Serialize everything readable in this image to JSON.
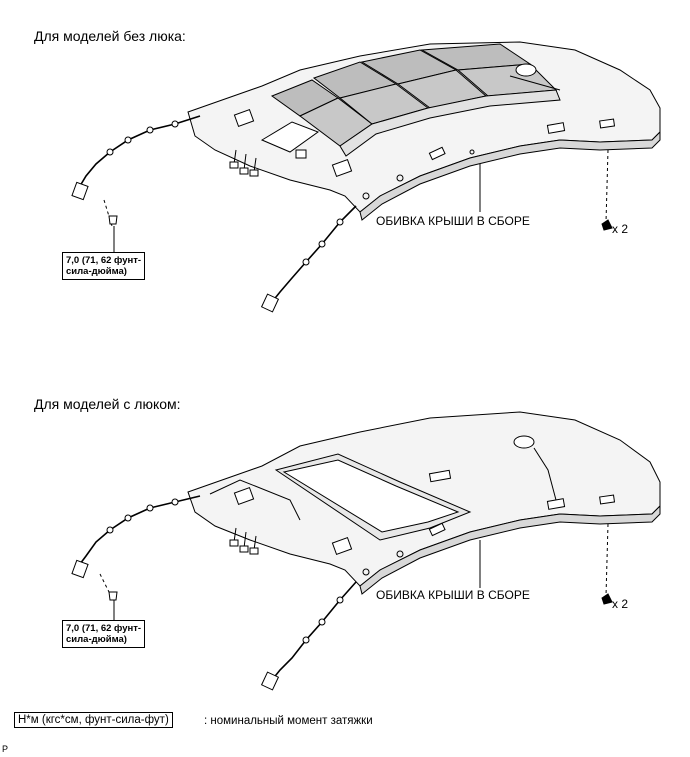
{
  "sections": [
    {
      "heading": "Для моделей без люка:",
      "part_label": "ОБИВКА КРЫШИ В СБОРЕ",
      "clip_quantity": "x 2",
      "torque_line1": "7,0 (71, 62 фунт-",
      "torque_line2": "сила-дюйма)"
    },
    {
      "heading": "Для моделей с люком:",
      "part_label": "ОБИВКА КРЫШИ В СБОРЕ",
      "clip_quantity": "x 2",
      "torque_line1": "7,0 (71, 62 фунт-",
      "torque_line2": "сила-дюйма)"
    }
  ],
  "legend": {
    "unit_box": "Н*м (кгс*см, фунт-сила-фут)",
    "description": ": номинальный момент затяжки"
  },
  "corner_mark": "P",
  "colors": {
    "line": "#000000",
    "shade": "#d8d8d8",
    "panel": "#bdbdbd",
    "background": "#ffffff"
  }
}
